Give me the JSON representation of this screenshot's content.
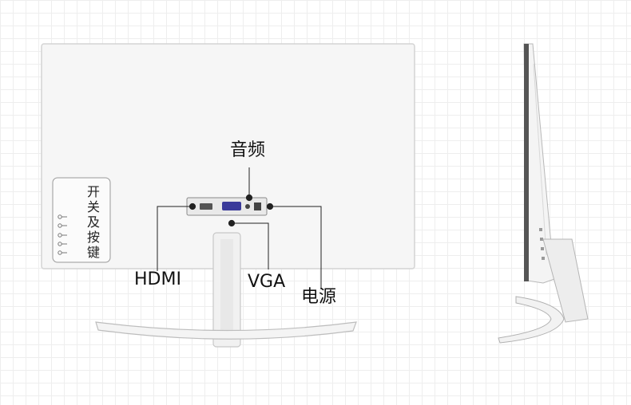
{
  "labels": {
    "audio": "音频",
    "hdmi": "HDMI",
    "vga": "VGA",
    "power": "电源"
  },
  "buttons_label": [
    "开",
    "关",
    "及",
    "按",
    "键"
  ],
  "colors": {
    "panel": "#f6f6f6",
    "leader_line": "#222222",
    "stand": "#f1f1f1"
  }
}
